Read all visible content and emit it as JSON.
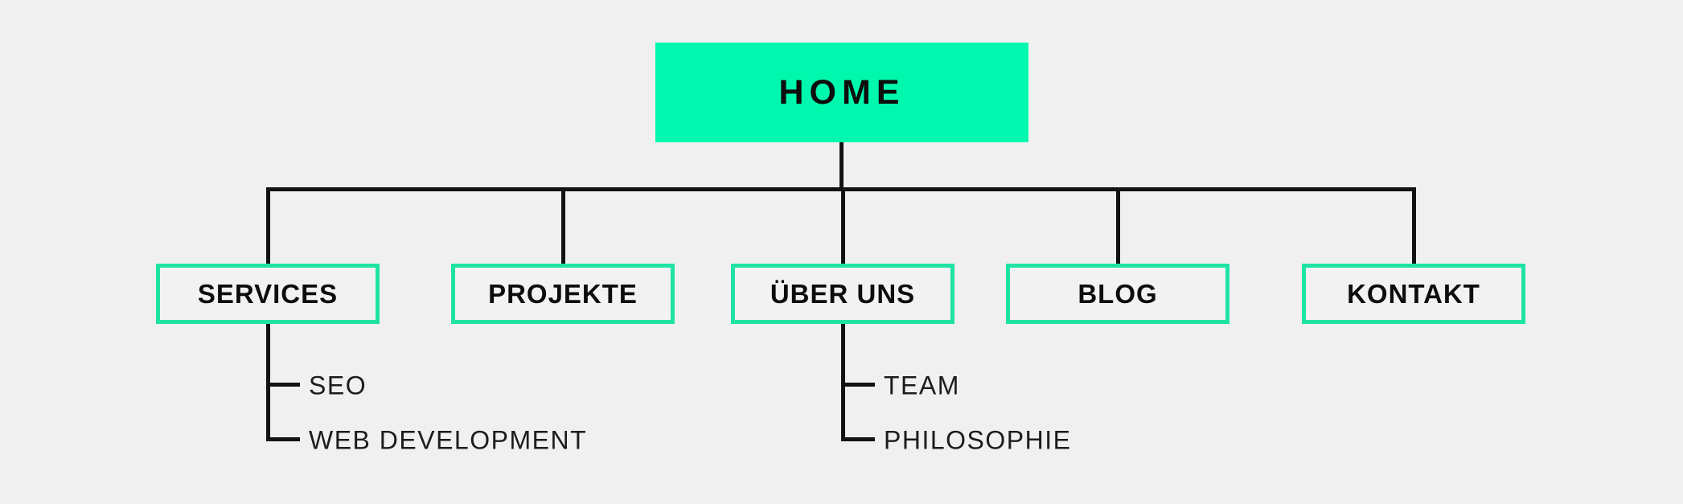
{
  "diagram": {
    "type": "sitemap-tree",
    "root": {
      "label": "HOME"
    },
    "children": [
      {
        "label": "SERVICES",
        "sub_items": [
          "SEO",
          "WEB DEVELOPMENT"
        ]
      },
      {
        "label": "PROJEKTE",
        "sub_items": []
      },
      {
        "label": "ÜBER UNS",
        "sub_items": [
          "TEAM",
          "PHILOSOPHIE"
        ]
      },
      {
        "label": "BLOG",
        "sub_items": []
      },
      {
        "label": "KONTAKT",
        "sub_items": []
      }
    ],
    "colors": {
      "background": "#f0f0f0",
      "root_fill": "#00f8ae",
      "child_border": "#1fe3a4",
      "child_fill": "#f2f2f2",
      "connector_line": "#131313",
      "text": "#0d0d0d"
    }
  }
}
